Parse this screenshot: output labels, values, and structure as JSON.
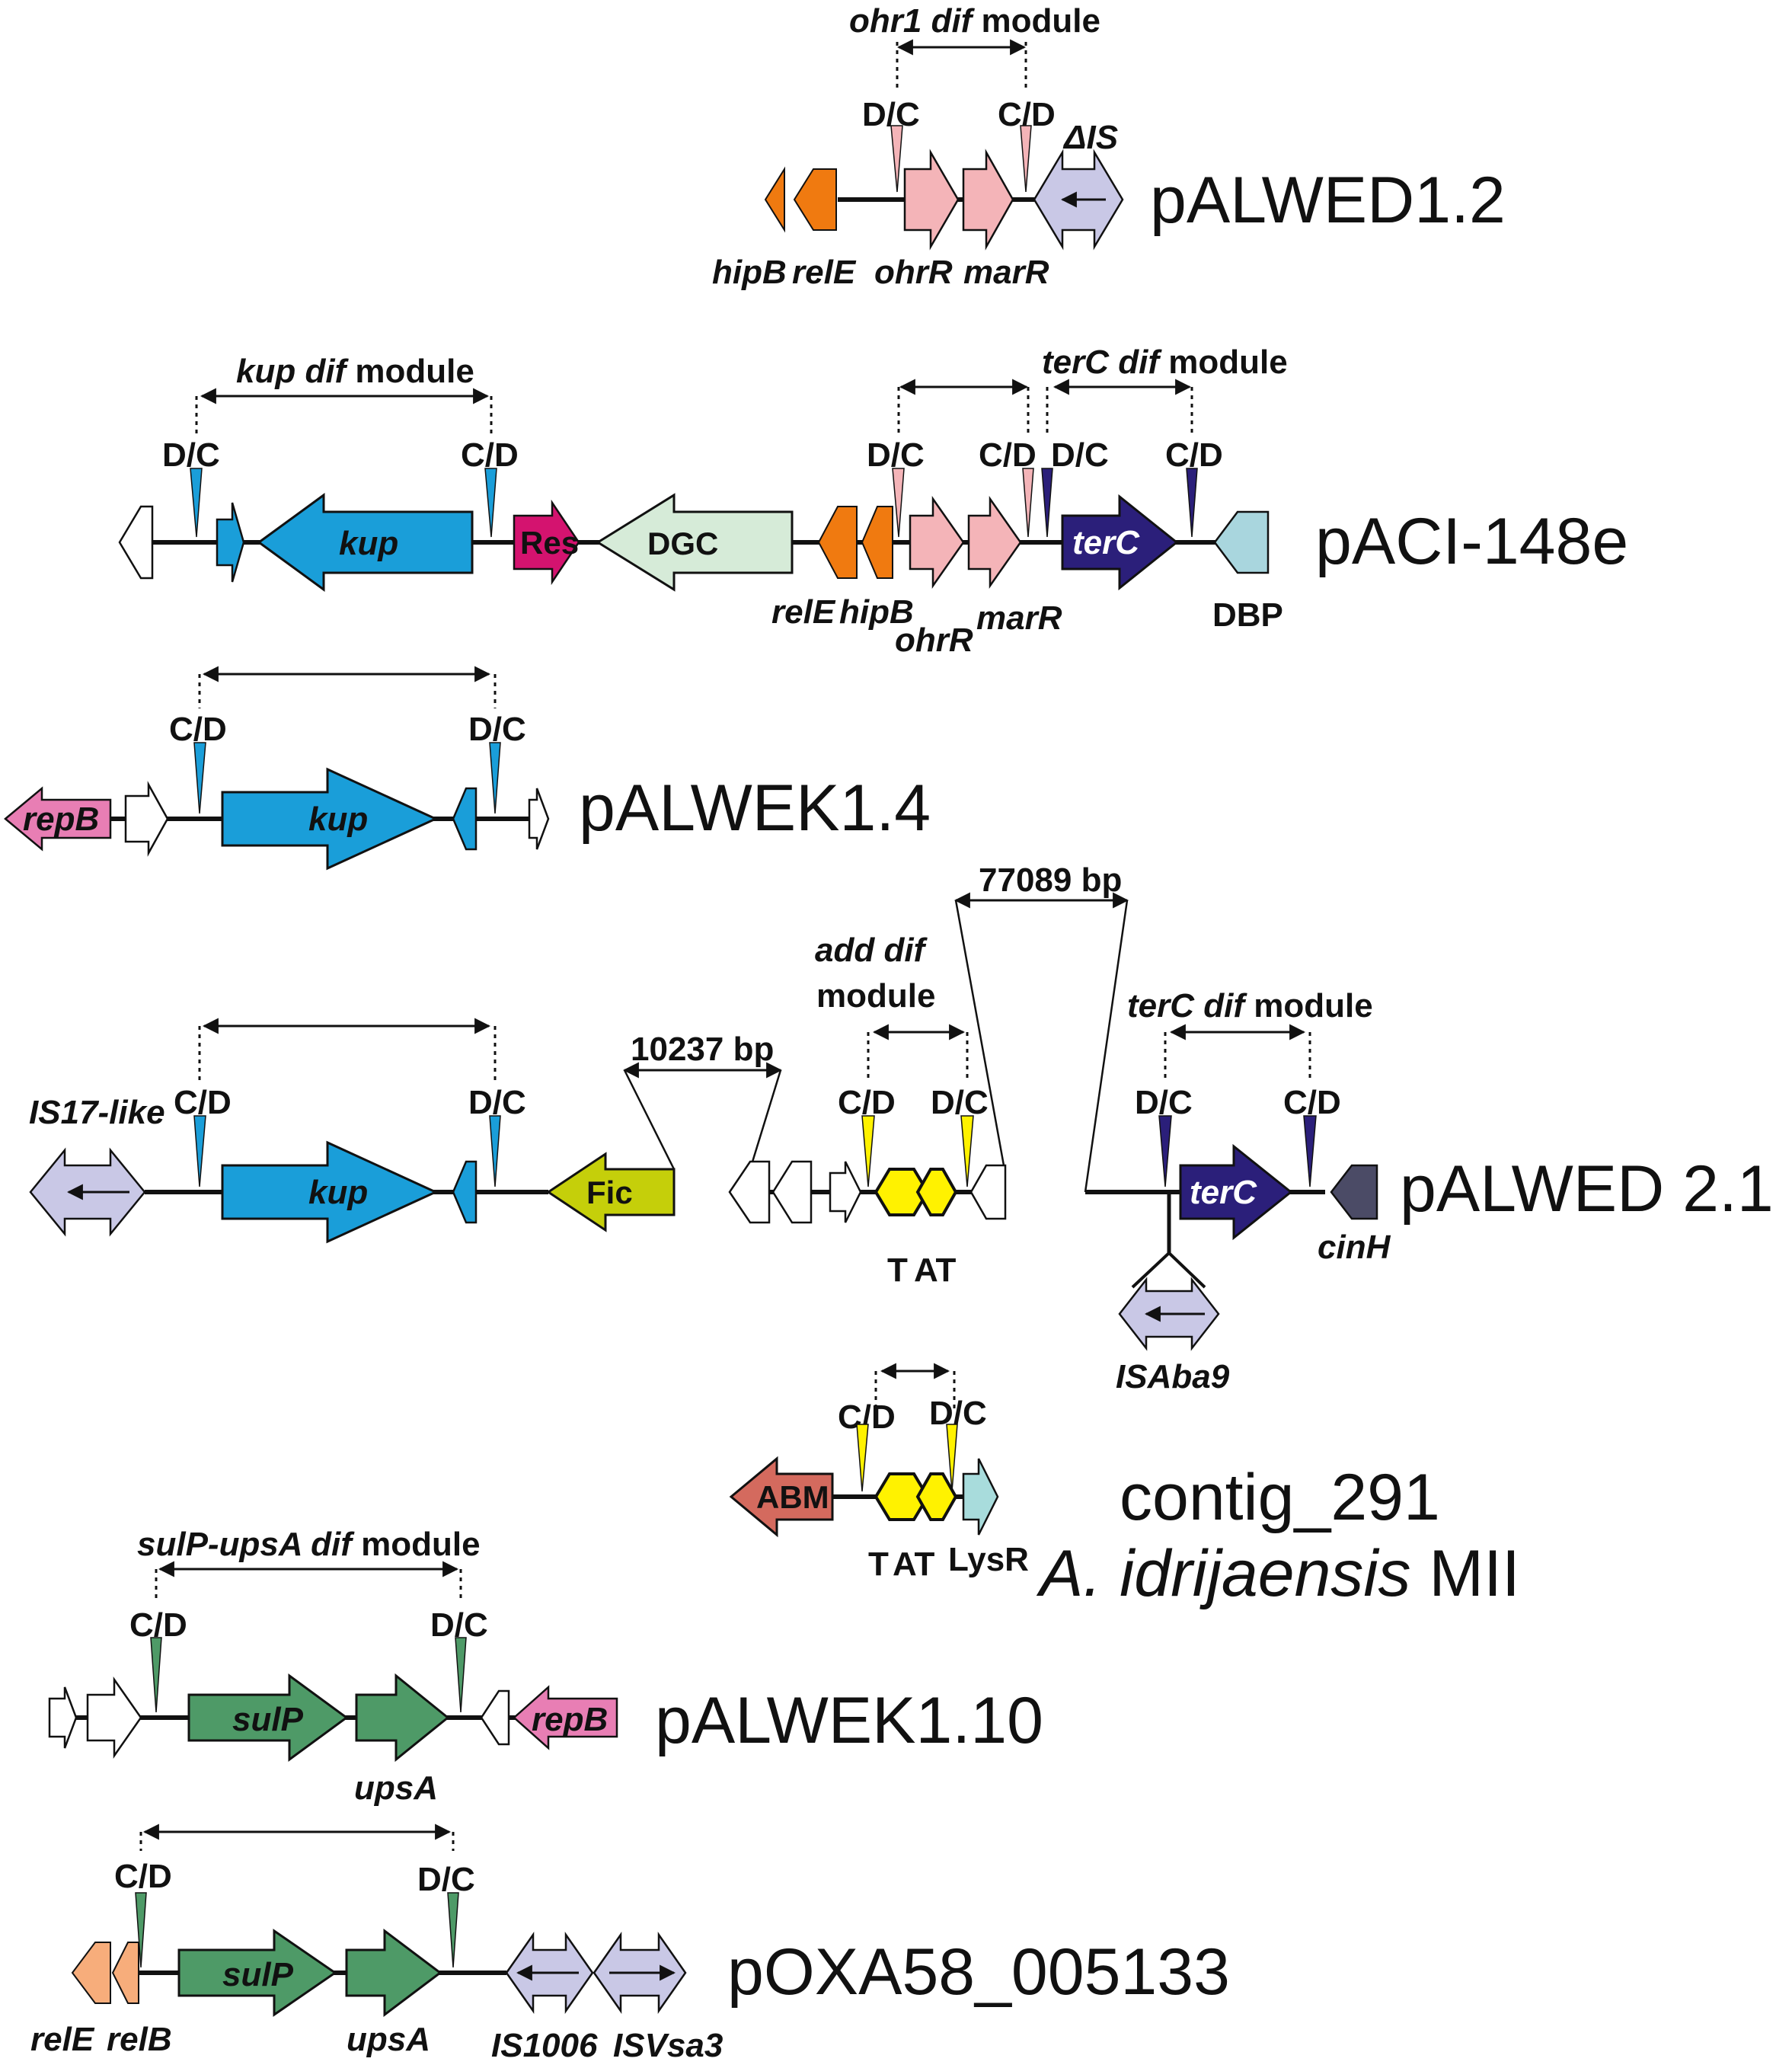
{
  "palette": {
    "orange": "#F07A10",
    "pink": "#F4B4B8",
    "lavender": "#C9C8E6",
    "blue": "#1A9ED9",
    "magenta": "#D4136F",
    "mint": "#D6EBD8",
    "navy": "#2B1F7A",
    "lightblue": "#A9D6DE",
    "yellow": "#FFF200",
    "olive": "#C5CF0A",
    "salmon": "#D46A5E",
    "green": "#4E9A67",
    "rosepink": "#E87EB4",
    "peach": "#F7AD7B",
    "slate": "#4B4B66",
    "teal": "#A8DCDC",
    "white": "#FFFFFF"
  },
  "constructs": [
    {
      "id": "pALWED1.2",
      "name": "pALWED1.2",
      "module_label": {
        "italic": "ohr1 dif",
        "plain": " module"
      },
      "sites": [
        "D/C",
        "C/D"
      ],
      "genes": [
        "hipB",
        "relE",
        "ohrR",
        "marR",
        "ΔIS"
      ]
    },
    {
      "id": "pACI-148e",
      "name": "pACI-148e",
      "module_labels": [
        {
          "italic": "kup dif",
          "plain": " module"
        },
        {
          "italic": "terC dif",
          "plain": " module"
        }
      ],
      "sites": [
        "D/C",
        "C/D",
        "D/C",
        "C/D",
        "D/C",
        "C/D"
      ],
      "genes": [
        "kup",
        "Res",
        "DGC",
        "relE",
        "hipB",
        "ohrR",
        "marR",
        "terC",
        "DBP"
      ]
    },
    {
      "id": "pALWEK1.4",
      "name": "pALWEK1.4",
      "sites": [
        "C/D",
        "D/C"
      ],
      "genes": [
        "repB",
        "kup"
      ]
    },
    {
      "id": "pALWED2.1",
      "name": "pALWED 2.1",
      "gaps": [
        "10237 bp",
        "77089 bp"
      ],
      "module_labels": [
        {
          "italic": "add dif",
          "plain": "module"
        },
        {
          "italic": "terC dif",
          "plain": " module"
        }
      ],
      "sites": [
        "C/D",
        "D/C",
        "C/D",
        "D/C",
        "D/C",
        "C/D"
      ],
      "genes": [
        "IS17-like",
        "kup",
        "Fic",
        "T",
        "AT",
        "terC",
        "cinH",
        "ISAba9"
      ]
    },
    {
      "id": "contig_291",
      "name": "contig_291",
      "organism": {
        "italic": "A. idrijaensis",
        "plain": " MII"
      },
      "sites": [
        "C/D",
        "D/C"
      ],
      "genes": [
        "ABM",
        "T",
        "AT",
        "LysR"
      ]
    },
    {
      "id": "pALWEK1.10",
      "name": "pALWEK1.10",
      "module_label": {
        "italic": "sulP-upsA dif",
        "plain": " module"
      },
      "sites": [
        "C/D",
        "D/C"
      ],
      "genes": [
        "sulP",
        "upsA",
        "repB"
      ]
    },
    {
      "id": "pOXA58_005133",
      "name": "pOXA58_005133",
      "sites": [
        "C/D",
        "D/C"
      ],
      "genes": [
        "relE",
        "relB",
        "sulP",
        "upsA",
        "IS1006",
        "ISVsa3"
      ]
    }
  ]
}
